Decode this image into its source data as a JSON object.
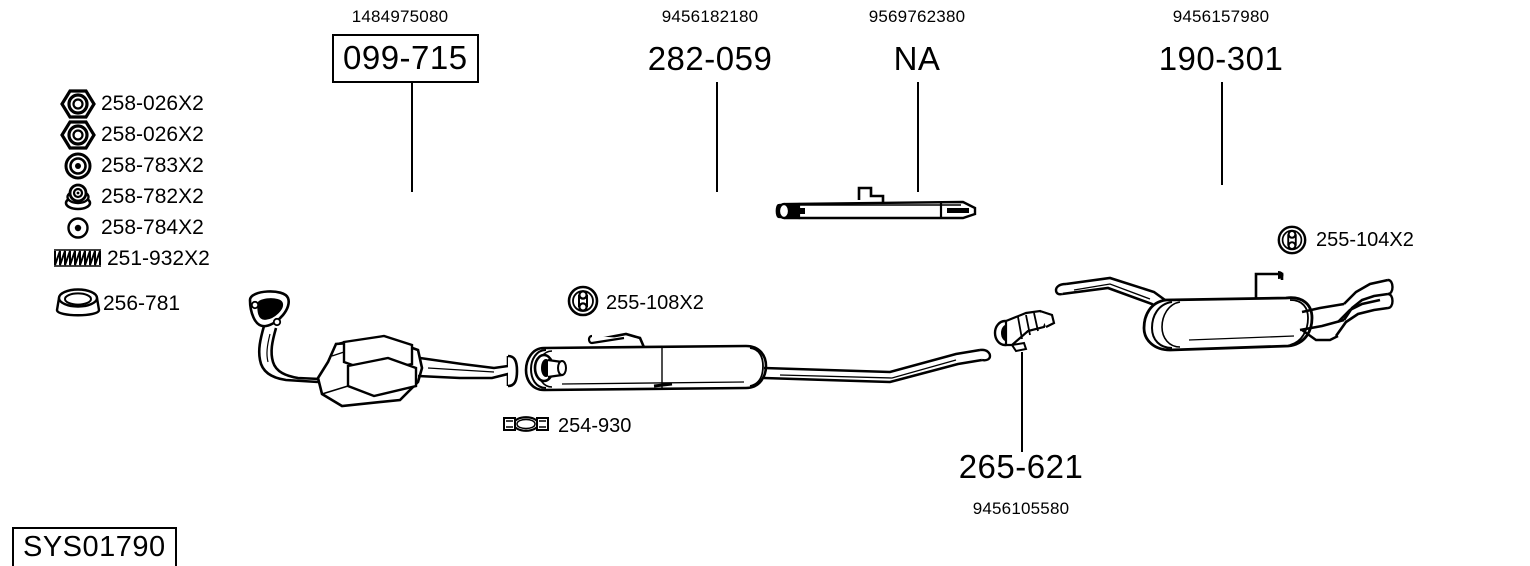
{
  "diagram": {
    "system_id": "SYS01790",
    "title_parts": [
      {
        "oem": "1484975080",
        "code": "099-715",
        "boxed": true,
        "component": "catalytic-converter"
      },
      {
        "oem": "9456182180",
        "code": "282-059",
        "boxed": false,
        "component": "centre-silencer"
      },
      {
        "oem": "9569762380",
        "code": "NA",
        "boxed": false,
        "component": "intermediate-pipe"
      },
      {
        "oem": "9456157980",
        "code": "190-301",
        "boxed": false,
        "component": "rear-silencer"
      }
    ],
    "bottom_part": {
      "code": "265-621",
      "oem": "9456105580",
      "component": "connector-fitting"
    },
    "legend": [
      {
        "code": "258-026X2",
        "icon": "hex-nut-icon"
      },
      {
        "code": "258-026X2",
        "icon": "hex-nut-icon"
      },
      {
        "code": "258-783X2",
        "icon": "washer-ring-icon"
      },
      {
        "code": "258-782X2",
        "icon": "conical-bush-icon"
      },
      {
        "code": "258-784X2",
        "icon": "small-bolt-icon"
      },
      {
        "code": "251-932X2",
        "icon": "coil-spring-icon"
      },
      {
        "code": "256-781",
        "icon": "gasket-ring-icon"
      }
    ],
    "inline_labels": [
      {
        "code": "255-108X2",
        "icon": "rubber-mount-icon"
      },
      {
        "code": "254-930",
        "icon": "pipe-clamp-icon"
      },
      {
        "code": "255-104X2",
        "icon": "rubber-mount-icon"
      }
    ],
    "colors": {
      "ink": "#000000",
      "paper": "#ffffff",
      "shade": "#e9e9e9"
    }
  }
}
